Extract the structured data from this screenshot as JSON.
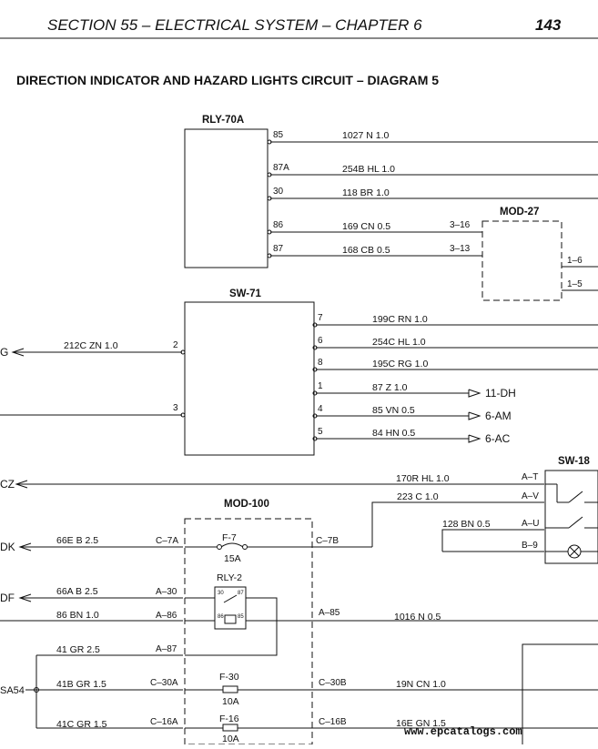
{
  "header": {
    "section": "SECTION 55 – ELECTRICAL SYSTEM – CHAPTER 6",
    "page_number": "143"
  },
  "title": "DIRECTION INDICATOR AND HAZARD LIGHTS CIRCUIT – DIAGRAM 5",
  "components": {
    "rly70a": "RLY-70A",
    "mod27": "MOD-27",
    "sw71": "SW-71",
    "sw18": "SW-18",
    "mod100": "MOD-100",
    "rly2": "RLY-2",
    "f7": "F-7",
    "f7_rating": "15A",
    "f30": "F-30",
    "f30_rating": "10A",
    "f16": "F-16",
    "f16_rating": "10A"
  },
  "rly70a_pins": [
    "85",
    "87A",
    "30",
    "86",
    "87"
  ],
  "rly70a_wires": [
    "1027 N 1.0",
    "254B HL 1.0",
    "118 BR 1.0",
    "169 CN 0.5",
    "168 CB 0.5"
  ],
  "mod27_in_pins": [
    "3–16",
    "3–13"
  ],
  "mod27_out_pins": [
    "1–6",
    "1–5"
  ],
  "sw71_right_pins": [
    "7",
    "6",
    "8",
    "1",
    "4",
    "5"
  ],
  "sw71_right_wires": [
    "199C RN 1.0",
    "254C HL 1.0",
    "195C RG 1.0",
    "87 Z 1.0",
    "85 VN 0.5",
    "84 HN 0.5"
  ],
  "sw71_destinations": [
    "11-DH",
    "6-AM",
    "6-AC"
  ],
  "sw71_left_pins": [
    "2",
    "3"
  ],
  "sw71_left_wire": "212C ZN 1.0",
  "left_refs": [
    "G",
    "CZ",
    "DK",
    "DF",
    "SA54"
  ],
  "cz_wire": "170R HL 1.0",
  "sw18_pins": [
    "A–T",
    "A–V",
    "A–U",
    "B–9"
  ],
  "wire_223": "223 C 1.0",
  "wire_128": "128 BN 0.5",
  "mod100_left_pins": [
    "C–7A",
    "A–30",
    "A–86",
    "A–87",
    "C–30A",
    "C–16A"
  ],
  "mod100_right_pins": [
    "C–7B",
    "A–85",
    "C–30B",
    "C–16B"
  ],
  "mod100_left_wires": [
    "66E B 2.5",
    "66A B 2.5",
    "86 BN 1.0",
    "41 GR 2.5",
    "41B GR 1.5",
    "41C GR 1.5"
  ],
  "mod100_right_wires": [
    "1016 N 0.5",
    "19N CN 1.0",
    "16E GN 1.5"
  ],
  "relay_pins": [
    "30",
    "87",
    "86",
    "85"
  ],
  "watermark": "www.epcatalogs.com"
}
